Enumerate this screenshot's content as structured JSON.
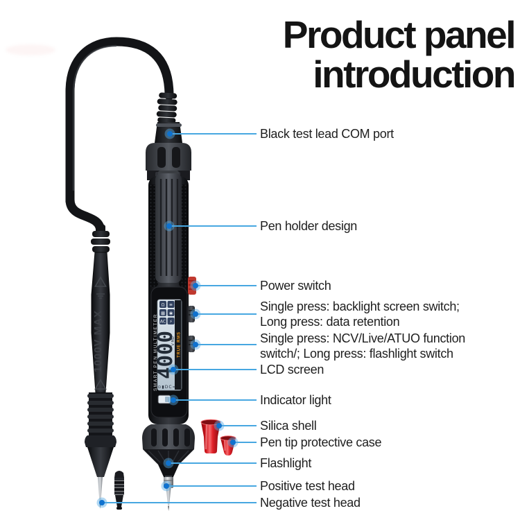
{
  "title": {
    "line1": "Product panel",
    "line2": "introduction"
  },
  "colors": {
    "leader_line": "#47a7e1",
    "leader_dot": "#0f72cf",
    "silica_red": "#d8222a",
    "true_rms_orange": "#e8951c"
  },
  "labels": {
    "com_port": "Black test lead COM port",
    "pen_holder": "Pen holder design",
    "power_switch": "Power switch",
    "backlight_line1": "Single press: backlight screen switch;",
    "backlight_line2": "Long press: data retention",
    "ncv_line1": "Single press: NCV/Live/ATUO function",
    "ncv_line2": "switch/; Long press: flashlight switch",
    "lcd": "LCD screen",
    "indicator": "Indicator light",
    "silica": "Silica shell",
    "pen_tip_case": "Pen tip protective case",
    "flashlight": "Flashlight",
    "positive": "Positive test head",
    "negative": "Negative test head"
  },
  "device": {
    "probe_text": "1000V MAX",
    "brand_text": "SMART PEN MULTIMETER",
    "true_rms": "TRUE RMS",
    "lcd_reading": "4000",
    "lcd_units": "V MΩ",
    "lcd_icons": [
      "Ω",
      "≡",
      "▦",
      "◉",
      "AC",
      "⚡"
    ],
    "lcd_bottom_symbols": "⊙▮DC≈"
  }
}
